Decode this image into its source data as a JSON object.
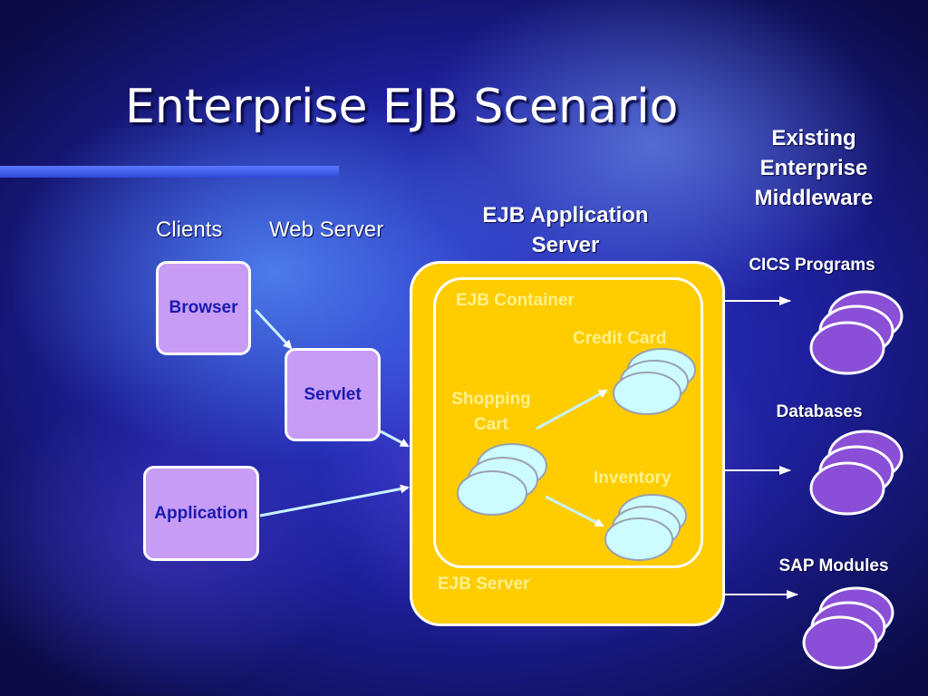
{
  "title": "Enterprise EJB Scenario",
  "headers": {
    "clients": "Clients",
    "web_server": "Web Server",
    "ejb_app_server_line1": "EJB Application",
    "ejb_app_server_line2": "Server",
    "middleware_line1": "Existing",
    "middleware_line2": "Enterprise",
    "middleware_line3": "Middleware"
  },
  "nodes": {
    "browser": "Browser",
    "servlet": "Servlet",
    "application": "Application"
  },
  "ejb": {
    "container": "EJB Container",
    "server": "EJB Server",
    "credit_card": "Credit Card",
    "shopping_cart_line1": "Shopping",
    "shopping_cart_line2": "Cart",
    "inventory": "Inventory"
  },
  "middleware": {
    "cics": "CICS Programs",
    "databases": "Databases",
    "sap": "SAP Modules"
  },
  "colors": {
    "client_box": "#c79cf5",
    "client_text": "#1a1ab0",
    "server_fill": "#ffcc00",
    "ejb_label": "#fff28a",
    "bean_fill": "#ccfcff",
    "db_fill": "#8a4fd6"
  }
}
